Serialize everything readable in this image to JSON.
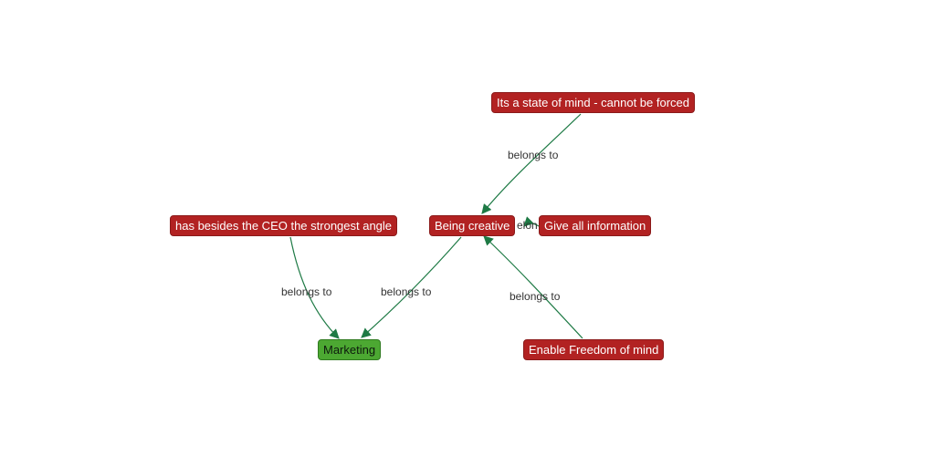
{
  "colors": {
    "node_red": "#b22222",
    "node_green": "#4ca832",
    "edge": "#1e7a45"
  },
  "nodes": {
    "state_of_mind": "Its a state of mind - cannot be forced",
    "being_creative": "Being creative",
    "give_all_information": "Give all information",
    "besides_ceo": "has besides the CEO the strongest angle",
    "marketing": "Marketing",
    "enable_freedom": "Enable Freedom of mind"
  },
  "edges": {
    "state_to_creative": "belongs to",
    "besides_to_marketing": "belongs to",
    "creative_to_marketing": "belongs to",
    "freedom_to_creative": "belongs to",
    "info_to_creative_partial": "elon"
  }
}
